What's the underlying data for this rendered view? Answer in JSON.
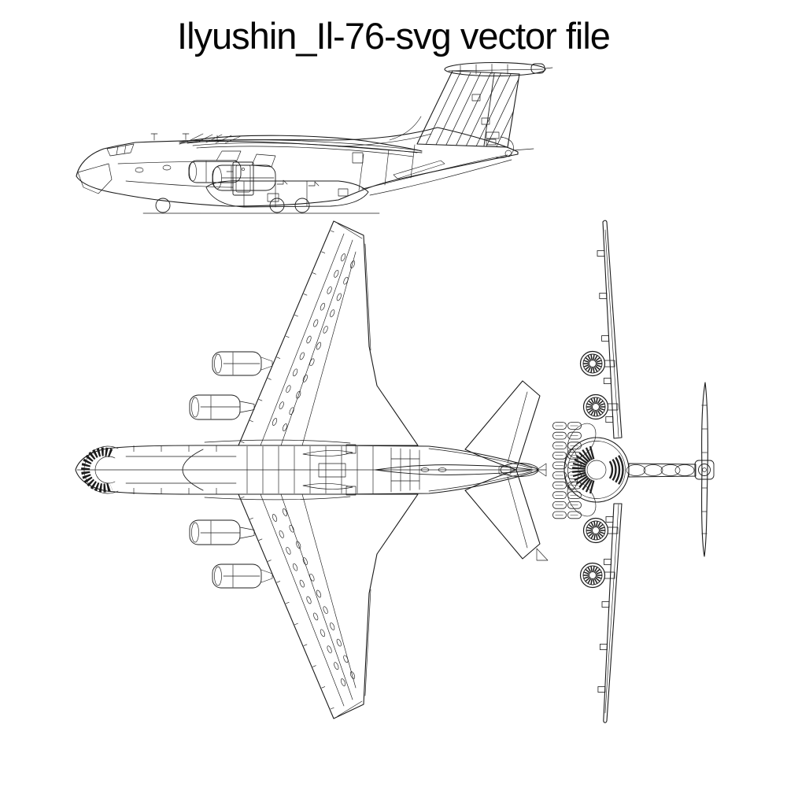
{
  "title": "Ilyushin_Il-76-svg vector file",
  "figure": {
    "subject": "Ilyushin Il-76 three-view technical line drawing",
    "views": [
      {
        "id": "side",
        "name": "side-view-drawing"
      },
      {
        "id": "top",
        "name": "top-view-drawing"
      },
      {
        "id": "front",
        "name": "front-view-drawing"
      }
    ]
  },
  "colors": {
    "background": "#ffffff",
    "line": "#1b1b1b",
    "title_text": "#060606"
  }
}
